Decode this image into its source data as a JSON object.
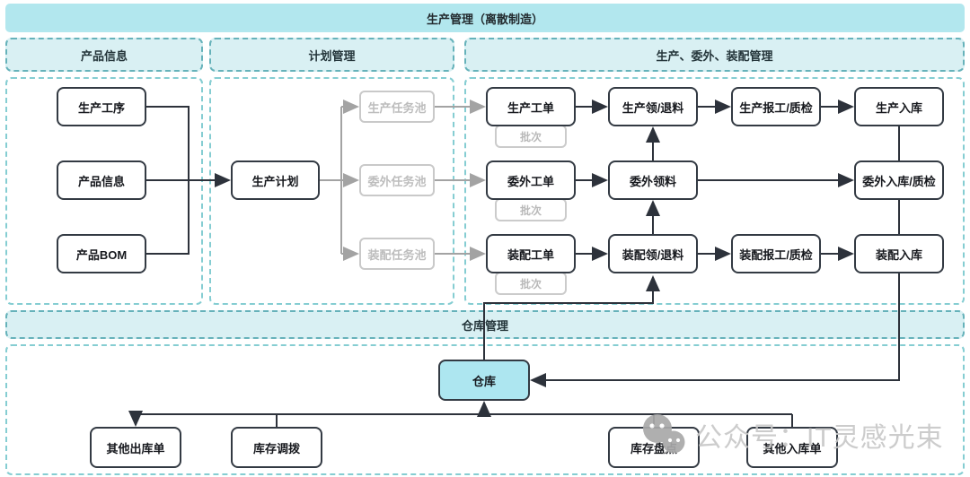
{
  "banner": {
    "title": "生产管理（离散制造）"
  },
  "product_info": {
    "header": "产品信息",
    "nodes": [
      "生产工序",
      "产品信息",
      "产品BOM"
    ]
  },
  "plan": {
    "header": "计划管理",
    "plan_node": "生产计划",
    "pools": [
      "生产任务池",
      "委外任务池",
      "装配任务池"
    ]
  },
  "production": {
    "header": "生产、委外、装配管理",
    "row1": {
      "order": "生产工单",
      "batch": "批次",
      "c2": "生产领/退料",
      "c3": "生产报工/质检",
      "c4": "生产入库"
    },
    "row2": {
      "order": "委外工单",
      "batch": "批次",
      "c2": "委外领料",
      "c4": "委外入库/质检"
    },
    "row3": {
      "order": "装配工单",
      "batch": "批次",
      "c2": "装配领/退料",
      "c3": "装配报工/质检",
      "c4": "装配入库"
    }
  },
  "warehouse": {
    "banner": "仓库管理",
    "node": "仓库",
    "children": [
      "其他出库单",
      "库存调拨",
      "库存盘点",
      "其他入库单"
    ]
  },
  "watermark": {
    "icon": "wechat-icon",
    "text": "公众号：IT灵感光束"
  },
  "colors": {
    "banner_fill": "#b2e7ee",
    "panel_fill": "#d9f0f3",
    "panel_border": "#66b2ba",
    "body_border": "#85cdd2",
    "node_border": "#333a43",
    "warehouse_fill": "#ade6f0",
    "muted_gray": "#bdbdbd",
    "arrow_black": "#2d323b",
    "arrow_gray": "#a3a3a3",
    "watermark_gray": "#c8c8c8"
  }
}
